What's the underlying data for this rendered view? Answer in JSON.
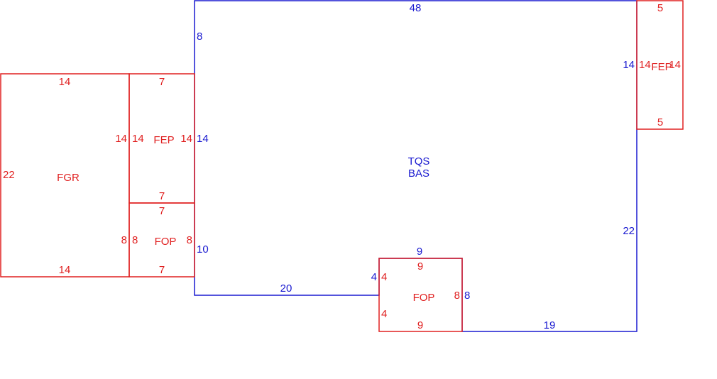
{
  "colors": {
    "main": "#1a1ad0",
    "annex": "#e02020"
  },
  "main_area": {
    "line1": "TQS",
    "line2": "BAS",
    "dims": {
      "top": "48",
      "upper_left": "8",
      "mid_left": "14",
      "lower_left": "10",
      "bottom_left": "20",
      "notch_left": "4",
      "notch_top": "9",
      "notch_right": "8",
      "bottom_right": "19",
      "right_lower": "22",
      "right_upper": "14"
    }
  },
  "garage": {
    "label": "FGR",
    "dims": {
      "top": "14",
      "left": "22",
      "bottom": "14"
    }
  },
  "porch_left": {
    "label": "FEP",
    "dims": {
      "top": "7",
      "left": "14",
      "inner_left": "14",
      "right": "14",
      "bottom": "7"
    }
  },
  "patio_left": {
    "label": "FOP",
    "dims": {
      "top": "7",
      "left": "8",
      "inner_left": "8",
      "right": "8",
      "bottom": "7"
    }
  },
  "porch_right": {
    "label": "FEP",
    "dims": {
      "top": "5",
      "left": "14",
      "right": "14",
      "bottom": "5"
    }
  },
  "patio_bottom": {
    "label": "FOP",
    "dims": {
      "top": "9",
      "left_upper": "4",
      "left_lower": "4",
      "right": "8",
      "bottom": "9"
    }
  }
}
